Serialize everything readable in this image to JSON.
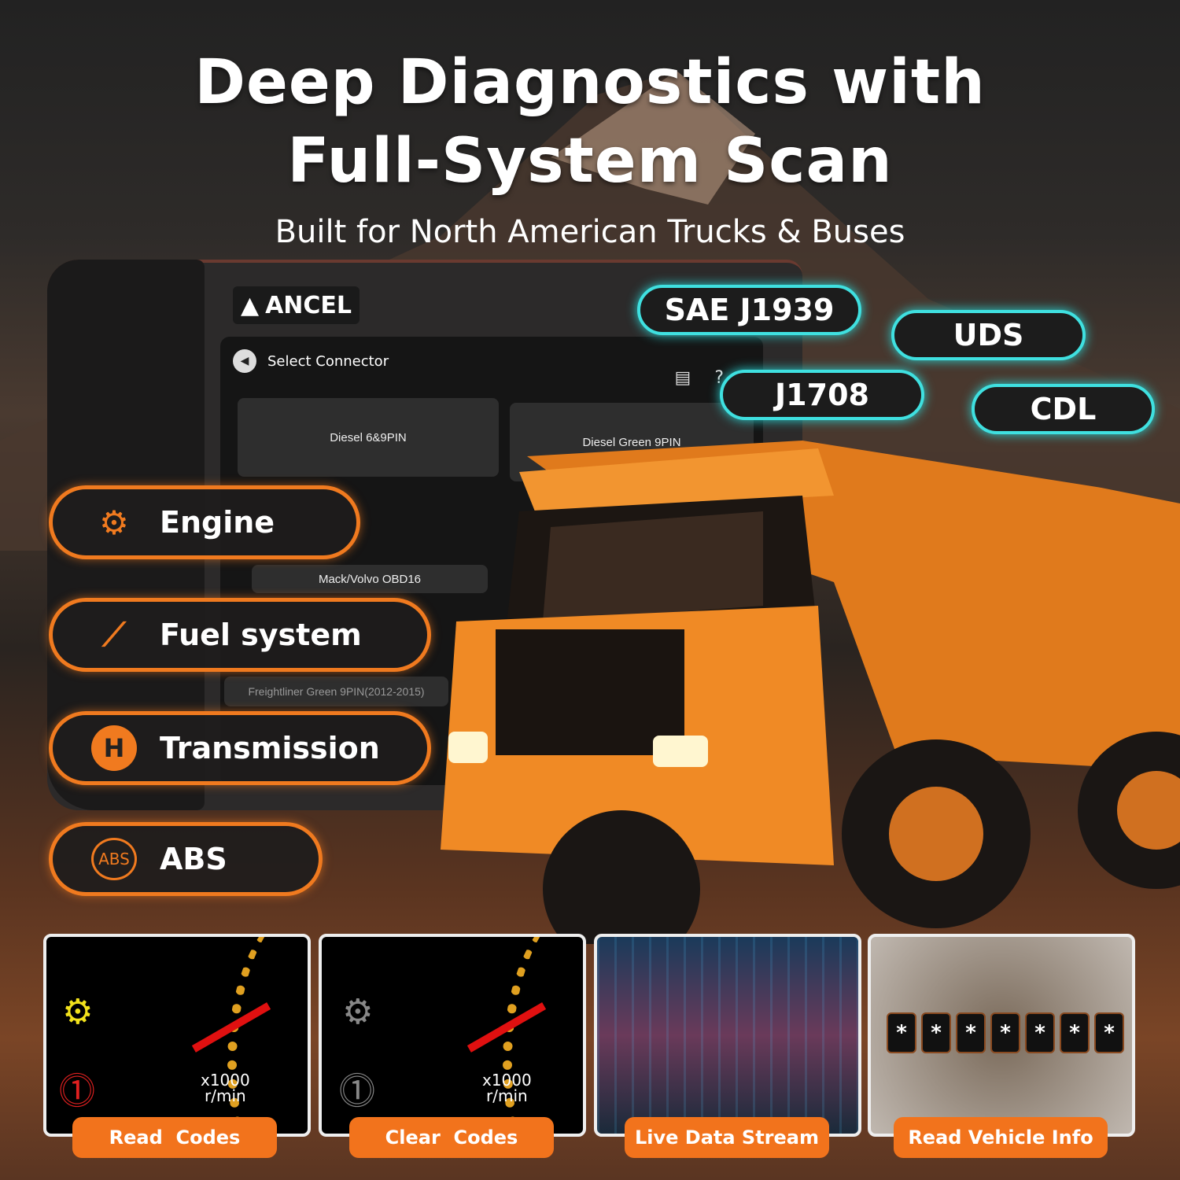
{
  "headline": {
    "line1": "Deep Diagnostics with",
    "line2": "Full-System Scan",
    "subtitle": "Built for North American Trucks & Buses"
  },
  "device": {
    "brand": "ANCEL",
    "screen_title": "Select Connector",
    "connectors": [
      "Diesel 6&9PIN",
      "Diesel Green 9PIN",
      "Mack/Volvo OBD16",
      "Freightliner Green 9PIN(2012-2015)"
    ]
  },
  "protocols": [
    "SAE J1939",
    "UDS",
    "J1708",
    "CDL"
  ],
  "systems": [
    {
      "label": "Engine",
      "icon": "engine-icon"
    },
    {
      "label": "Fuel system",
      "icon": "fuel-injector-icon"
    },
    {
      "label": "Transmission",
      "icon": "gearshift-icon"
    },
    {
      "label": "ABS",
      "icon": "abs-icon",
      "icon_text": "ABS"
    }
  ],
  "features": [
    {
      "label": "Read  Codes",
      "gauge_unit": "x1000",
      "gauge_unit2": "r/min"
    },
    {
      "label": "Clear  Codes",
      "gauge_unit": "x1000",
      "gauge_unit2": "r/min"
    },
    {
      "label": "Live Data Stream"
    },
    {
      "label": "Read Vehicle Info",
      "vin_mask": [
        "*",
        "*",
        "*",
        "*",
        "*",
        "*",
        "*"
      ]
    }
  ],
  "colors": {
    "accent": "#f07a1f",
    "protocol": "#3fe0e0",
    "truck": "#f08a25"
  }
}
